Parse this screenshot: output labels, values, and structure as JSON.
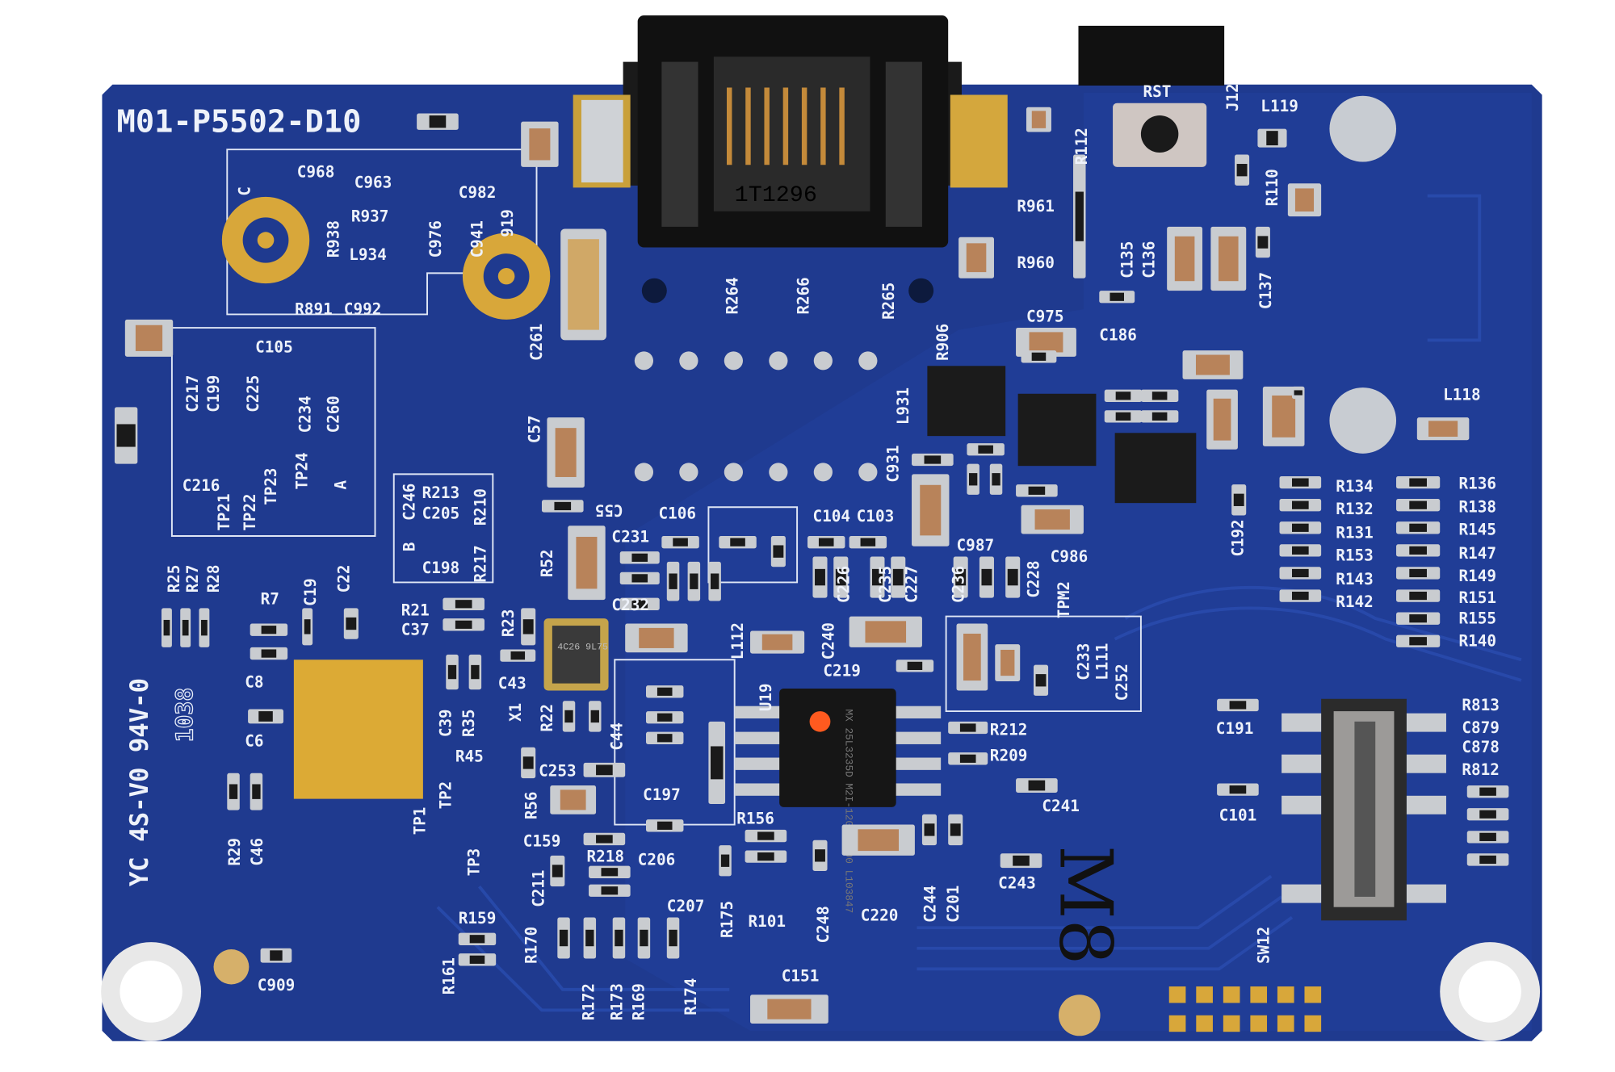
{
  "board": {
    "part_number": "M01-P5502-D10",
    "rating": "YC 4S-V0 94V-0",
    "date_code": "1038",
    "handwritten_mark": "M8",
    "jack_marking": "1T1296",
    "crystal_marking": "4C26 9L75",
    "chip_marking": "MX 25L3235D M2I-12G 5D000 L103847",
    "colors": {
      "pcb": "#1f3a8f",
      "pad": "#c7c9cc",
      "gold": "#d9a93a",
      "black": "#141414"
    }
  },
  "silkscreen": {
    "labels": [
      "C968",
      "C963",
      "C982",
      "R937",
      "L934",
      "R938",
      "C976",
      "C941",
      "919",
      "C",
      "R891",
      "C992",
      "C105",
      "C217",
      "C199",
      "C225",
      "C234",
      "C260",
      "TP24",
      "TP23",
      "A",
      "C216",
      "TP21",
      "TP22",
      "C261",
      "R264",
      "R266",
      "R265",
      "R906",
      "L931",
      "C931",
      "C57",
      "C55",
      "RST",
      "J12",
      "L119",
      "R112",
      "R110",
      "R961",
      "R960",
      "C135",
      "C136",
      "C137",
      "C975",
      "C186",
      "L118",
      "C106",
      "C104",
      "C103",
      "C231",
      "C232",
      "R52",
      "C226",
      "C235",
      "C227",
      "C236",
      "C228",
      "C987",
      "C986",
      "C192",
      "TPM2",
      "R134",
      "R132",
      "R131",
      "R153",
      "R143",
      "R142",
      "R136",
      "R138",
      "R145",
      "R147",
      "R149",
      "R151",
      "R155",
      "R140",
      "B",
      "C246",
      "R213",
      "C205",
      "R217",
      "R210",
      "C198",
      "R25",
      "R27",
      "R28",
      "R7",
      "C19",
      "C22",
      "R21",
      "C37",
      "R23",
      "C43",
      "X1",
      "L112",
      "C240",
      "C219",
      "U19",
      "C233",
      "L111",
      "C252",
      "C8",
      "C6",
      "C39",
      "R35",
      "R22",
      "C44",
      "R45",
      "C253",
      "R56",
      "C197",
      "R212",
      "R209",
      "C241",
      "TP2",
      "TP1",
      "TP3",
      "R29",
      "C46",
      "C159",
      "R218",
      "C206",
      "R156",
      "C211",
      "C191",
      "C101",
      "R813",
      "C879",
      "C878",
      "R812",
      "C243",
      "R159",
      "C207",
      "R175",
      "R101",
      "C248",
      "C220",
      "C244",
      "C201",
      "R170",
      "R161",
      "R172",
      "R173",
      "R169",
      "R174",
      "C151",
      "C909",
      "SW12"
    ]
  }
}
